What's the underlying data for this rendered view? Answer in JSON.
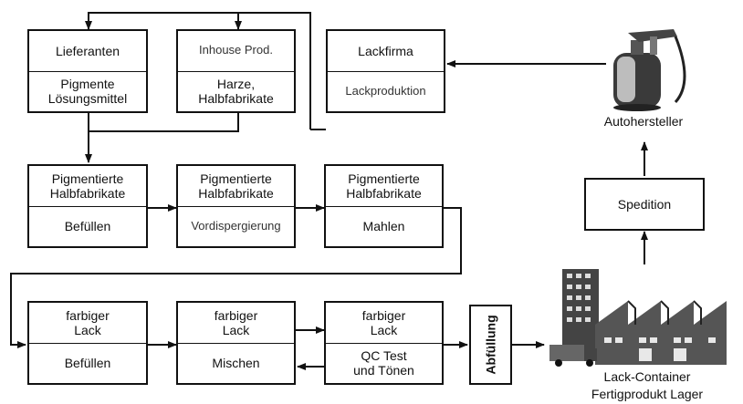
{
  "boxes": {
    "lieferanten": {
      "top": "Lieferanten",
      "bottom": "Pigmente\nLösungsmittel"
    },
    "inhouse": {
      "top": "Inhouse Prod.",
      "bottom": "Harze,\nHalbfabrikate"
    },
    "lackfirma": {
      "top": "Lackfirma",
      "bottom": "Lackproduktion"
    },
    "befuellen1": {
      "top": "Pigmentierte\nHalbfabrikate",
      "bottom": "Befüllen"
    },
    "vordispergierung": {
      "top": "Pigmentierte\nHalbfabrikate",
      "bottom": "Vordispergierung"
    },
    "mahlen": {
      "top": "Pigmentierte\nHalbfabrikate",
      "bottom": "Mahlen"
    },
    "befuellen2": {
      "top": "farbiger\nLack",
      "bottom": "Befüllen"
    },
    "mischen": {
      "top": "farbiger\nLack",
      "bottom": "Mischen"
    },
    "qc": {
      "top": "farbiger\nLack",
      "bottom": "QC Test\nund Tönen"
    },
    "abfuellung": {
      "label": "Abfüllung"
    },
    "spedition": {
      "label": "Spedition"
    }
  },
  "captions": {
    "autohersteller": "Autohersteller",
    "lager_line1": "Lack-Container",
    "lager_line2": "Fertigprodukt Lager"
  },
  "icons": [
    "spray-gun-icon",
    "factory-icon",
    "truck-icon"
  ]
}
